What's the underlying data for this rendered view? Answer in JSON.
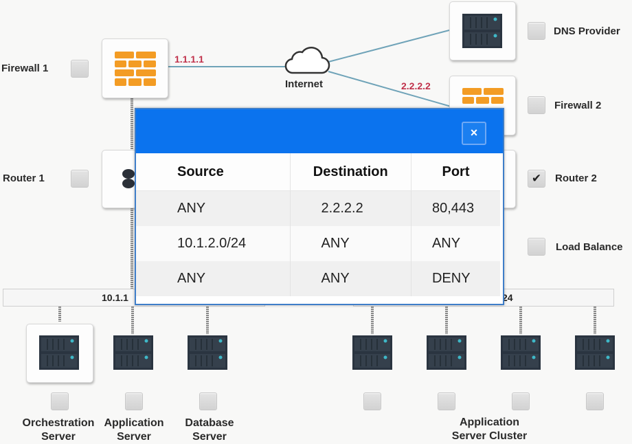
{
  "nodes": {
    "firewall1": {
      "label": "Firewall 1",
      "checked": false,
      "ip": "1.1.1.1"
    },
    "internet": {
      "label": "Internet"
    },
    "dns_provider": {
      "label": "DNS Provider",
      "checked": false
    },
    "firewall2": {
      "label": "Firewall 2",
      "checked": false,
      "ip": "2.2.2.2"
    },
    "router1": {
      "label": "Router 1",
      "checked": false
    },
    "router2": {
      "label": "Router 2",
      "checked": true
    },
    "load_balancer": {
      "label": "Load Balance",
      "checked": false
    }
  },
  "subnets": {
    "left": {
      "label": "10.1.1"
    },
    "right": {
      "label": "24"
    }
  },
  "servers_left": [
    {
      "label_line1": "Orchestration",
      "label_line2": "Server",
      "checked": false
    },
    {
      "label_line1": "Application",
      "label_line2": "Server",
      "checked": false
    },
    {
      "label_line1": "Database",
      "label_line2": "Server",
      "checked": false
    }
  ],
  "cluster": {
    "label_line1": "Application",
    "label_line2": "Server Cluster",
    "servers": [
      {
        "checked": false
      },
      {
        "checked": false
      },
      {
        "checked": false
      },
      {
        "checked": false
      }
    ]
  },
  "dialog": {
    "close_label": "×",
    "columns": [
      "Source",
      "Destination",
      "Port"
    ],
    "rows": [
      [
        "ANY",
        "2.2.2.2",
        "80,443"
      ],
      [
        "10.1.2.0/24",
        "ANY",
        "ANY"
      ],
      [
        "ANY",
        "ANY",
        "DENY"
      ]
    ]
  },
  "colors": {
    "dialog_header": "#0b73ee",
    "ip_label": "#c0304a",
    "firewall_brick": "#f39c24",
    "link_line": "#6fa3b8"
  },
  "icons": {
    "check": "✔"
  }
}
